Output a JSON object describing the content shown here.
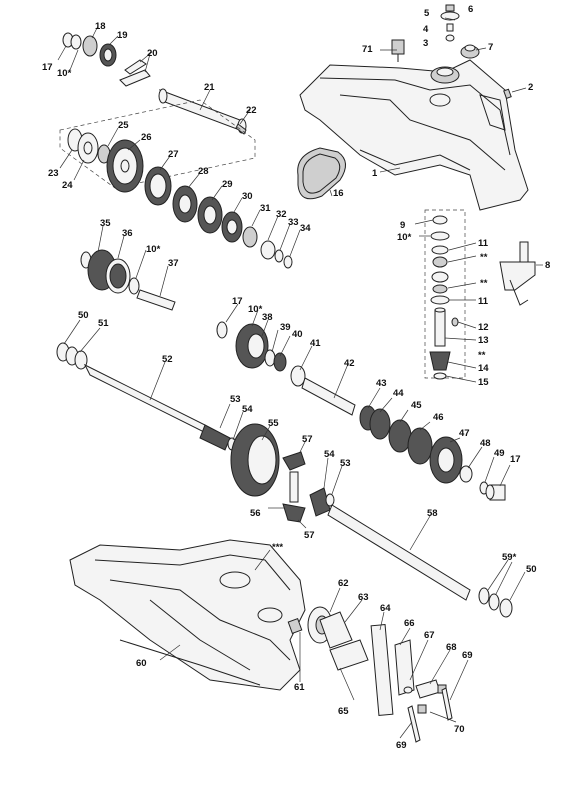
{
  "callouts": [
    "1",
    "2",
    "3",
    "4",
    "5",
    "6",
    "7",
    "8",
    "9",
    "10*",
    "11",
    "12",
    "13",
    "14",
    "15",
    "16",
    "17",
    "18",
    "19",
    "20",
    "21",
    "22",
    "23",
    "24",
    "25",
    "26",
    "27",
    "28",
    "29",
    "30",
    "31",
    "32",
    "33",
    "34",
    "35",
    "36",
    "37",
    "38",
    "39",
    "40",
    "41",
    "42",
    "43",
    "44",
    "45",
    "46",
    "47",
    "48",
    "49",
    "50",
    "51",
    "52",
    "53",
    "54",
    "55",
    "56",
    "57",
    "58",
    "59*",
    "60",
    "61",
    "62",
    "63",
    "64",
    "65",
    "66",
    "67",
    "68",
    "69",
    "70",
    "71",
    "**",
    "***"
  ]
}
